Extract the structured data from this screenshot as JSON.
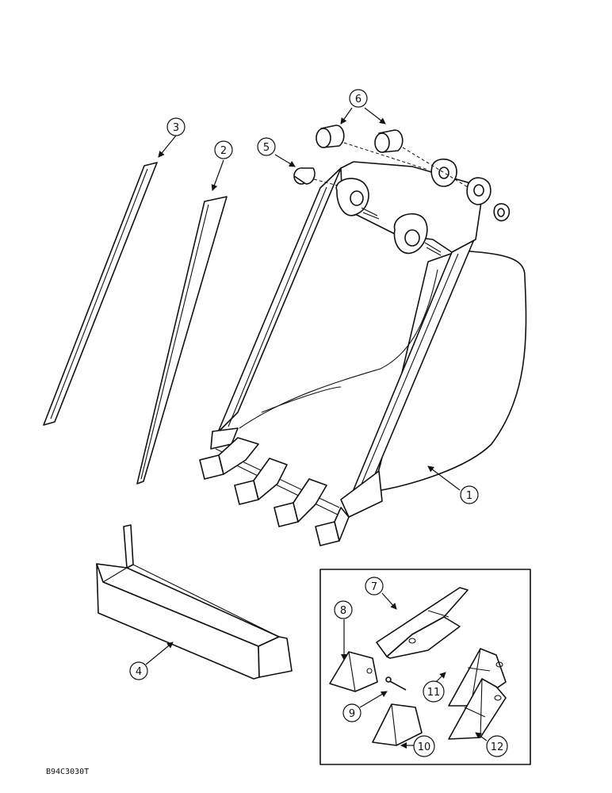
{
  "callouts": [
    {
      "id": "1",
      "label": "1"
    },
    {
      "id": "2",
      "label": "2"
    },
    {
      "id": "3",
      "label": "3"
    },
    {
      "id": "4",
      "label": "4"
    },
    {
      "id": "5",
      "label": "5"
    },
    {
      "id": "6",
      "label": "6"
    },
    {
      "id": "7",
      "label": "7"
    },
    {
      "id": "8",
      "label": "8"
    },
    {
      "id": "9",
      "label": "9"
    },
    {
      "id": "10",
      "label": "10"
    },
    {
      "id": "11",
      "label": "11"
    },
    {
      "id": "12",
      "label": "12"
    }
  ],
  "drawing_code": "B94C3030T",
  "line_color": "#111111"
}
